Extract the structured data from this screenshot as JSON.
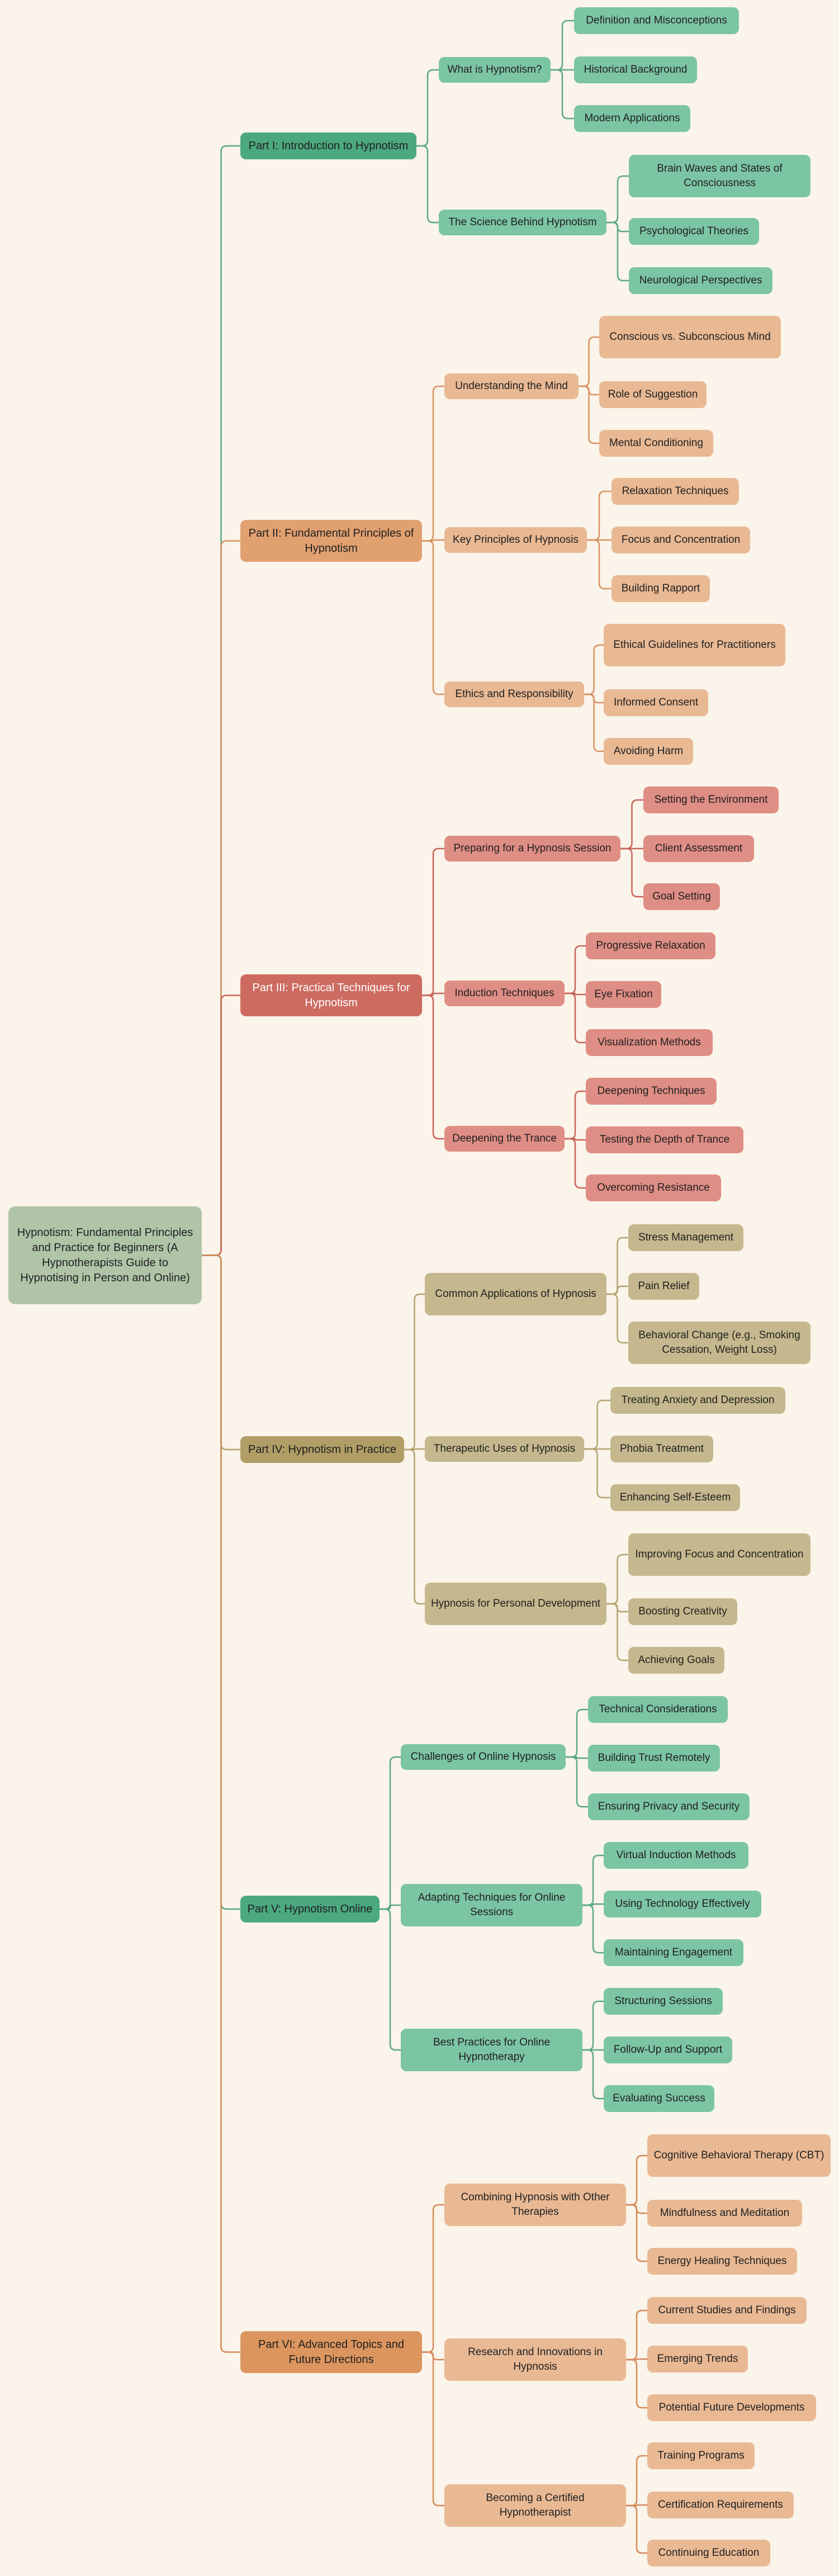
{
  "colors": {
    "background": "#faf4ea",
    "root": "#b0c5a8",
    "green_l1": "#4ba87f",
    "green": "#7cc5a4",
    "green_line": "#5aa883",
    "orange_l1": "#e1a070",
    "orange": "#e9b994",
    "orange_line": "#d99363",
    "red_l1": "#cd6b61",
    "red": "#df8e85",
    "red_line": "#c9645a",
    "olive_l1": "#b19e67",
    "olive": "#c6b88e",
    "olive_line": "#b3a472",
    "orange2_l1": "#dc955f",
    "orange2_line": "#d6895a"
  },
  "mindmap": {
    "root": "Hypnotism: Fundamental Principles and Practice for Beginners (A Hypnotherapists Guide to Hypnotising in Person and Online)",
    "parts": [
      {
        "label": "Part I: Introduction to Hypnotism",
        "children": [
          {
            "label": "What is Hypnotism?",
            "children": [
              "Definition and Misconceptions",
              "Historical Background",
              "Modern Applications"
            ]
          },
          {
            "label": "The Science Behind Hypnotism",
            "children": [
              "Brain Waves and States of Consciousness",
              "Psychological Theories",
              "Neurological Perspectives"
            ]
          }
        ]
      },
      {
        "label": "Part II: Fundamental Principles of Hypnotism",
        "children": [
          {
            "label": "Understanding the Mind",
            "children": [
              "Conscious vs. Subconscious Mind",
              "Role of Suggestion",
              "Mental Conditioning"
            ]
          },
          {
            "label": "Key Principles of Hypnosis",
            "children": [
              "Relaxation Techniques",
              "Focus and Concentration",
              "Building Rapport"
            ]
          },
          {
            "label": "Ethics and Responsibility",
            "children": [
              "Ethical Guidelines for Practitioners",
              "Informed Consent",
              "Avoiding Harm"
            ]
          }
        ]
      },
      {
        "label": "Part III: Practical Techniques for Hypnotism",
        "children": [
          {
            "label": "Preparing for a Hypnosis Session",
            "children": [
              "Setting the Environment",
              "Client Assessment",
              "Goal Setting"
            ]
          },
          {
            "label": "Induction Techniques",
            "children": [
              "Progressive Relaxation",
              "Eye Fixation",
              "Visualization Methods"
            ]
          },
          {
            "label": "Deepening the Trance",
            "children": [
              "Deepening Techniques",
              "Testing the Depth of Trance",
              "Overcoming Resistance"
            ]
          }
        ]
      },
      {
        "label": "Part IV: Hypnotism in Practice",
        "children": [
          {
            "label": "Common Applications of Hypnosis",
            "children": [
              "Stress Management",
              "Pain Relief",
              "Behavioral Change (e.g., Smoking Cessation, Weight Loss)"
            ]
          },
          {
            "label": "Therapeutic Uses of Hypnosis",
            "children": [
              "Treating Anxiety and Depression",
              "Phobia Treatment",
              "Enhancing Self-Esteem"
            ]
          },
          {
            "label": "Hypnosis for Personal Development",
            "children": [
              "Improving Focus and Concentration",
              "Boosting Creativity",
              "Achieving Goals"
            ]
          }
        ]
      },
      {
        "label": "Part V: Hypnotism Online",
        "children": [
          {
            "label": "Challenges of Online Hypnosis",
            "children": [
              "Technical Considerations",
              "Building Trust Remotely",
              "Ensuring Privacy and Security"
            ]
          },
          {
            "label": "Adapting Techniques for Online Sessions",
            "children": [
              "Virtual Induction Methods",
              "Using Technology Effectively",
              "Maintaining Engagement"
            ]
          },
          {
            "label": "Best Practices for Online Hypnotherapy",
            "children": [
              "Structuring Sessions",
              "Follow-Up and Support",
              "Evaluating Success"
            ]
          }
        ]
      },
      {
        "label": "Part VI: Advanced Topics and Future Directions",
        "children": [
          {
            "label": "Combining Hypnosis with Other Therapies",
            "children": [
              "Cognitive Behavioral Therapy (CBT)",
              "Mindfulness and Meditation",
              "Energy Healing Techniques"
            ]
          },
          {
            "label": "Research and Innovations in Hypnosis",
            "children": [
              "Current Studies and Findings",
              "Emerging Trends",
              "Potential Future Developments"
            ]
          },
          {
            "label": "Becoming a Certified Hypnotherapist",
            "children": [
              "Training Programs",
              "Certification Requirements",
              "Continuing Education"
            ]
          }
        ]
      }
    ]
  }
}
